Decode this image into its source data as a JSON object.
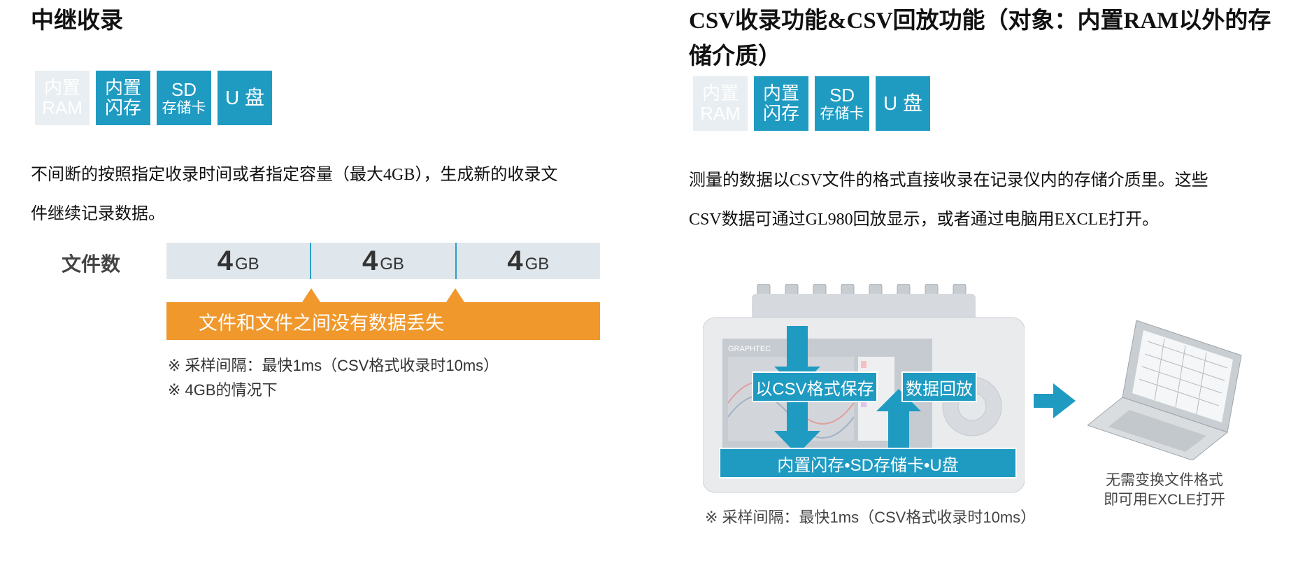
{
  "left": {
    "title": "中继收录",
    "badges": [
      {
        "line1": "内置",
        "line2": "RAM",
        "enabled": false
      },
      {
        "line1": "内置",
        "line2": "闪存",
        "enabled": true
      },
      {
        "line1": "SD",
        "line2": "存储卡",
        "enabled": true
      },
      {
        "line1": "U 盘",
        "line2": "",
        "enabled": true
      }
    ],
    "description_line1": "不间断的按照指定收录时间或者指定容量（最大4GB），生成新的收录文",
    "description_line2": "件继续记录数据。",
    "diagram": {
      "files_label": "文件数",
      "segments": [
        {
          "value": "4",
          "unit": "GB"
        },
        {
          "value": "4",
          "unit": "GB"
        },
        {
          "value": "4",
          "unit": "GB"
        }
      ],
      "bar_text": "文件和文件之间没有数据丢失",
      "note1": "※  采样间隔：最快1ms（CSV格式收录时10ms）",
      "note2": "※  4GB的情况下"
    }
  },
  "right": {
    "title": "CSV收录功能&CSV回放功能（对象：内置RAM以外的存储介质）",
    "badges": [
      {
        "line1": "内置",
        "line2": "RAM",
        "enabled": false
      },
      {
        "line1": "内置",
        "line2": "闪存",
        "enabled": true
      },
      {
        "line1": "SD",
        "line2": "存储卡",
        "enabled": true
      },
      {
        "line1": "U 盘",
        "line2": "",
        "enabled": true
      }
    ],
    "description_line1": "测量的数据以CSV文件的格式直接收录在记录仪内的存储介质里。这些",
    "description_line2": "CSV数据可通过GL980回放显示，或者通过电脑用EXCLE打开。",
    "diagram": {
      "brand": "GRAPHTEC",
      "save_label": "以CSV格式保存",
      "playback_label": "数据回放",
      "storage_label": "内置闪存•SD存储卡•U盘",
      "laptop_caption_line1": "无需变换文件格式",
      "laptop_caption_line2": "即可用EXCLE打开",
      "note": "※ 采样间隔：最快1ms（CSV格式收录时10ms）"
    }
  },
  "colors": {
    "accent": "#1f9bc2",
    "orange": "#f0982c",
    "disabled": "#e8eef1"
  }
}
